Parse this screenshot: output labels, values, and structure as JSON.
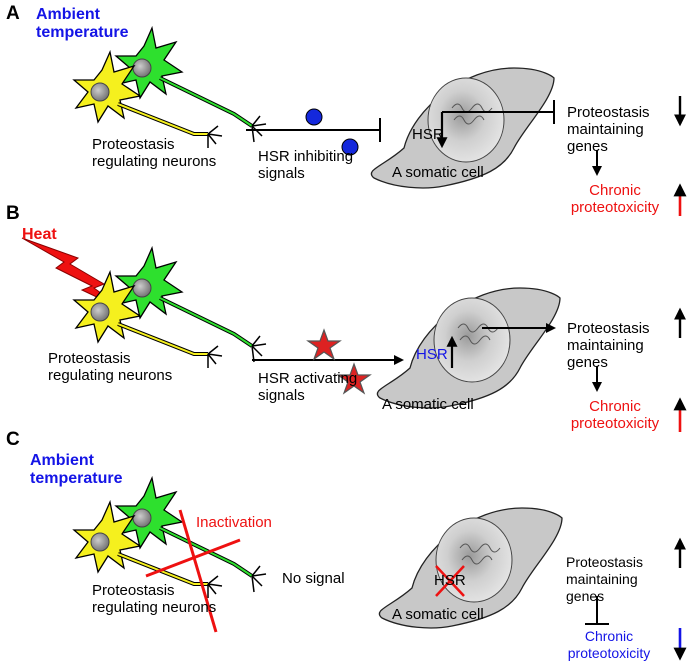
{
  "panelA": {
    "letter": "A",
    "condition": "Ambient temperature",
    "neurons": "Proteostasis regulating neurons",
    "signal": "HSR inhibiting signals",
    "cell": "A somatic cell",
    "hsr": "HSR",
    "genes": "Proteostasis maintaining genes",
    "outcome": "Chronic proteotoxicity"
  },
  "panelB": {
    "letter": "B",
    "condition": "Heat",
    "neurons": "Proteostasis regulating neurons",
    "signal": "HSR activating signals",
    "cell": "A somatic cell",
    "hsr": "HSR",
    "genes": "Proteostasis maintaining genes",
    "outcome": "Chronic proteotoxicity"
  },
  "panelC": {
    "letter": "C",
    "condition": "Ambient temperature",
    "inactivation": "Inactivation",
    "neurons": "Proteostasis regulating neurons",
    "signal": "No signal",
    "cell": "A somatic cell",
    "hsr": "HSR",
    "genes": "Proteostasis maintaining genes",
    "outcome": "Chronic proteotoxicity"
  },
  "colors": {
    "blue_text": "#1414e6",
    "red_text": "#ee1111",
    "neuron_yellow": "#f5f01e",
    "neuron_green": "#2ee02e",
    "cell_gray": "#c8c8c8",
    "signal_blue_dot": "#1428dc",
    "signal_star_red": "#dd2222"
  },
  "icons": [
    "neuron-pair-icon",
    "somatic-cell-icon",
    "lightning-bolt-icon",
    "star-icon",
    "cross-out-icon"
  ]
}
